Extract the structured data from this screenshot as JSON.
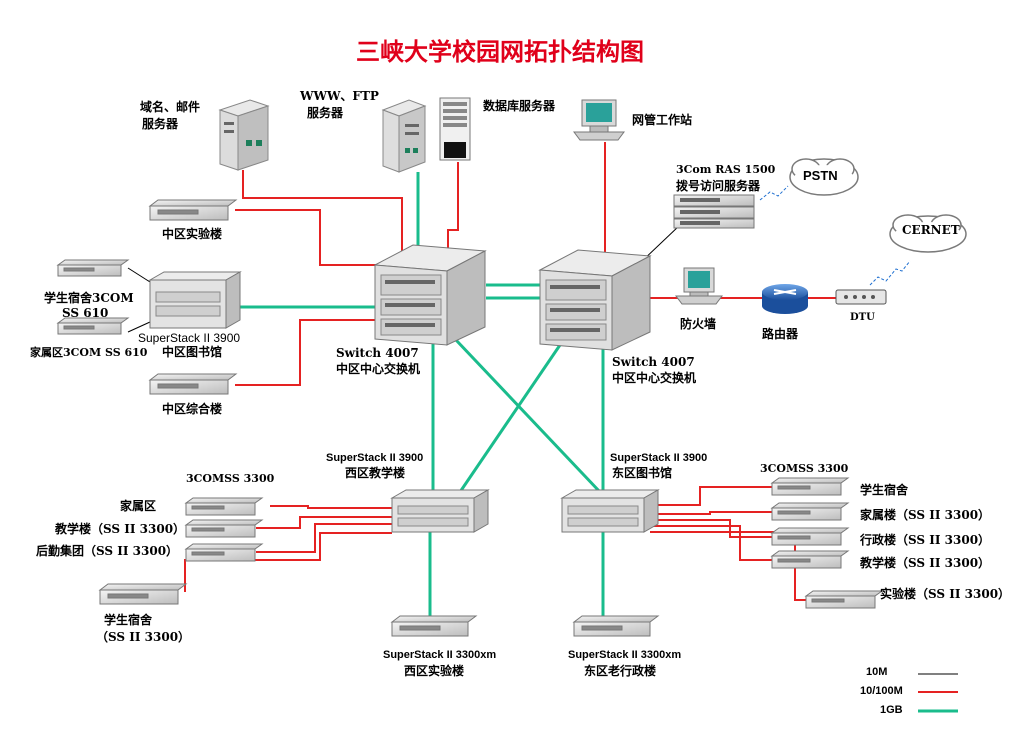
{
  "title": "三峡大学校园网拓扑结构图",
  "colors": {
    "link_10m": "#000000",
    "link_100m": "#e52222",
    "link_1gb": "#1abc8c",
    "title": "#e0001a"
  },
  "labels": {
    "domain_server": [
      "域名、邮件",
      "服务器"
    ],
    "web_server": [
      "WWW、FTP",
      "服务器"
    ],
    "db_server": "数据库服务器",
    "mgmt_station": "网管工作站",
    "ras": [
      "3Com RAS 1500",
      "拨号访问服务器"
    ],
    "pstn": "PSTN",
    "cernet": "CERNET",
    "firewall": "防火墙",
    "router": "路由器",
    "dtu": "DTU",
    "mid_lab": "中区实验楼",
    "dorm_3com": [
      "学生宿舍3COM",
      "SS 610"
    ],
    "family_3com": "家属区3COM SS 610",
    "mid_library": [
      "SuperStack II 3900",
      "中区图书馆"
    ],
    "mid_general": "中区综合楼",
    "switch_left": [
      "Switch 4007",
      "中区中心交换机"
    ],
    "switch_right": [
      "Switch 4007",
      "中区中心交换机"
    ],
    "west_core": [
      "SuperStack II 3900",
      "西区教学楼"
    ],
    "east_core": [
      "SuperStack II 3900",
      "东区图书馆"
    ],
    "west_ss3300": "3COMSS 3300",
    "west_family": "家属区",
    "west_teach": "教学楼（SS II 3300）",
    "west_logistics": "后勤集团（SS II 3300）",
    "west_dorm": [
      "学生宿舍",
      "（SS II 3300）"
    ],
    "west_lab": [
      "SuperStack II 3300xm",
      "西区实验楼"
    ],
    "east_lab": [
      "SuperStack II 3300xm",
      "东区老行政楼"
    ],
    "east_ss3300": "3COMSS 3300",
    "east_dorm": "学生宿舍",
    "east_family": "家属楼（SS II 3300）",
    "east_admin": "行政楼（SS II 3300）",
    "east_teach": "教学楼（SS II 3300）",
    "east_lab2": "实验楼（SS II 3300）"
  },
  "legend": [
    {
      "label": "10M",
      "color": "#000000"
    },
    {
      "label": "10/100M",
      "color": "#e52222"
    },
    {
      "label": "1GB",
      "color": "#1abc8c"
    }
  ]
}
